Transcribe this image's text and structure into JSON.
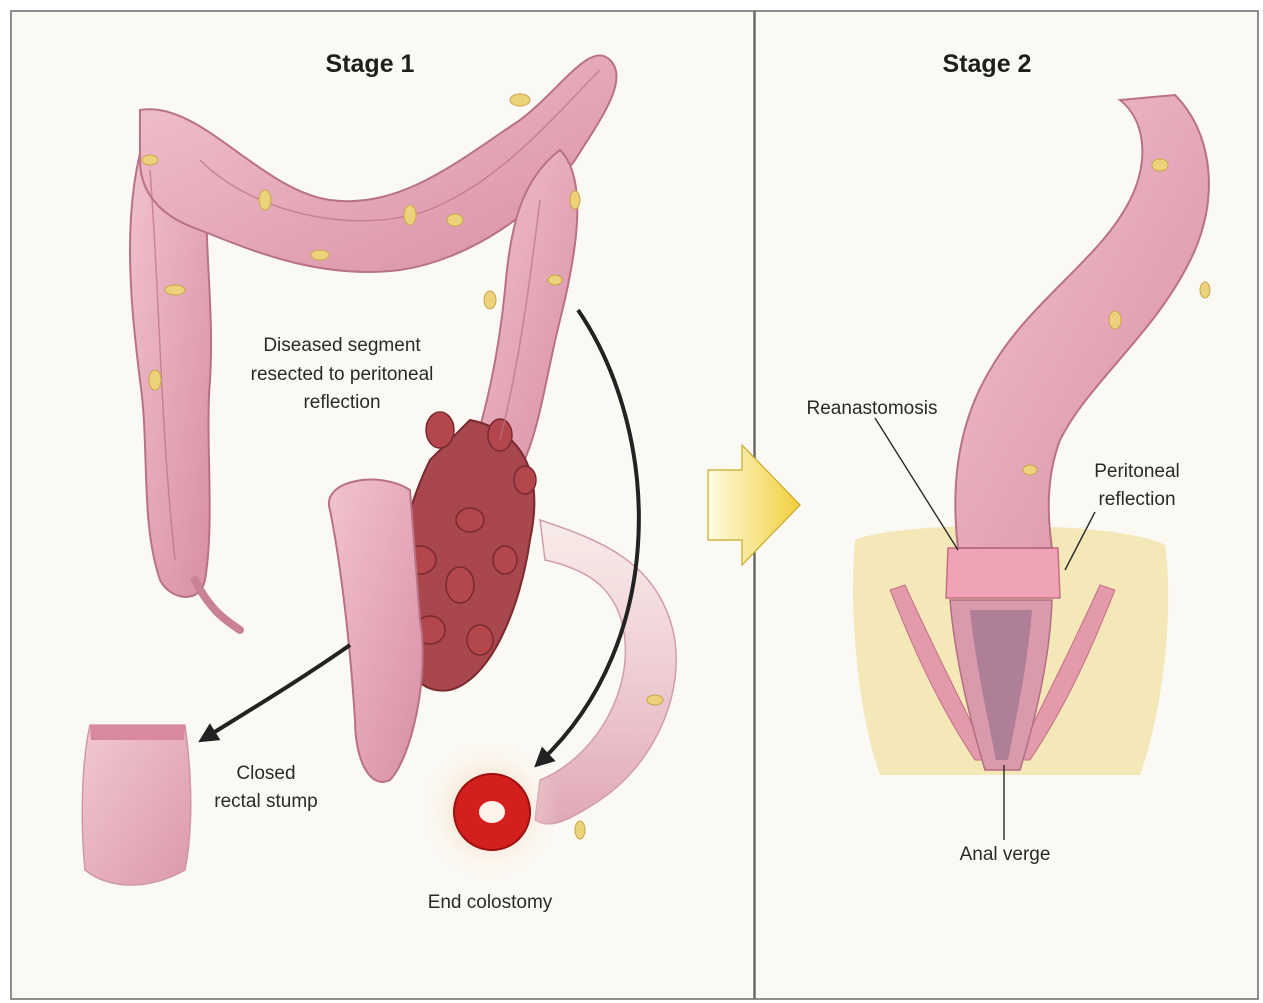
{
  "stage1": {
    "title": "Stage 1",
    "labels": {
      "diseased": [
        "Diseased segment",
        "resected to peritoneal",
        "reflection"
      ],
      "stump": [
        "Closed",
        "rectal stump"
      ],
      "colostomy": [
        "End colostomy"
      ]
    }
  },
  "stage2": {
    "title": "Stage 2",
    "labels": {
      "reanastomosis": [
        "Reanastomosis"
      ],
      "peritoneal": [
        "Peritoneal",
        "reflection"
      ],
      "anal_verge": [
        "Anal verge"
      ]
    }
  },
  "colors": {
    "colon": "#e8a9b8",
    "colon_shade": "#c9798f",
    "diseased": "#9e3b40",
    "stoma": "#d62020",
    "fat": "#f0df9a",
    "arrow_fill": "#f4d64a"
  }
}
